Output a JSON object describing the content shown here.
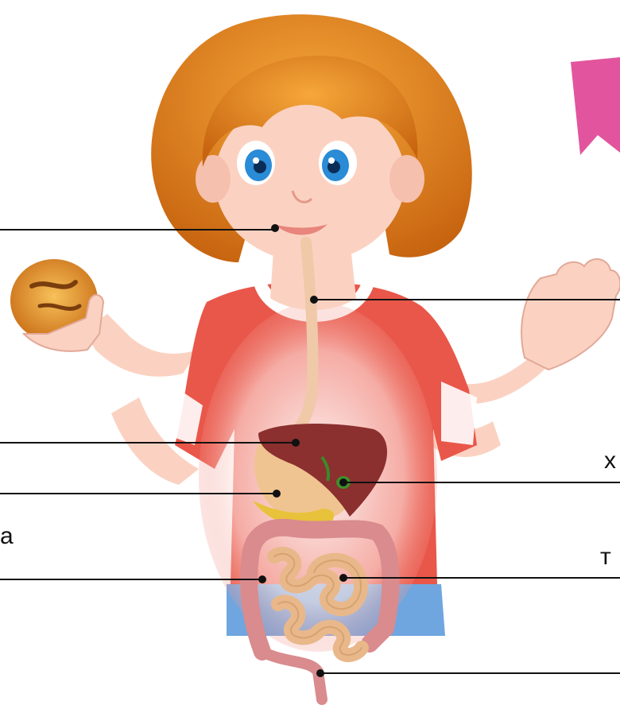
{
  "labels": {
    "left_fragment": "а",
    "right_fragment_top": "х",
    "right_fragment_bottom": "т"
  },
  "colors": {
    "hair": "#e58a1f",
    "skin": "#fbd2c2",
    "shirt": "#e9574a",
    "collar": "#ffffff",
    "liver": "#8b2f2f",
    "stomach": "#efc490",
    "pancreas": "#e8c23a",
    "intestine_small": "#e9b88a",
    "intestine_large": "#d98b8e",
    "esophagus": "#efc9a8",
    "bookmark": "#e2559e",
    "bun": "#e8962c",
    "eyes": "#2a8bd6",
    "pants": "#6fa6e0"
  },
  "icons": {
    "bookmark": "bookmark-icon",
    "bun": "bread-bun"
  }
}
